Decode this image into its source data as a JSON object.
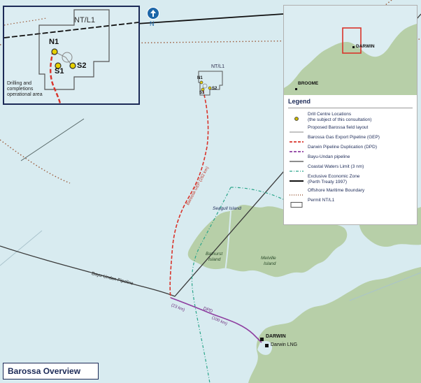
{
  "title": "Barossa Overview",
  "north_label": "N",
  "permit_label": "NT/L1",
  "drill_centres": [
    "N1",
    "S1",
    "S2"
  ],
  "inset": {
    "permit_label": "NT/L1",
    "drill_centres": [
      "N1",
      "S1",
      "S2"
    ],
    "area_label_line1": "Drilling and",
    "area_label_line2": "completions",
    "area_label_line3": "operational area"
  },
  "locator": {
    "cities": [
      "DARWIN",
      "BROOME"
    ]
  },
  "legend": {
    "title": "Legend",
    "items": [
      {
        "line1": "Drill Centre Locations",
        "line2": "(the subject of this consultation)",
        "key": "drill-centre",
        "color": "#c8b400"
      },
      {
        "line1": "Proposed Barossa field layout",
        "line2": "",
        "key": "thin-line",
        "color": "#8a8a8a"
      },
      {
        "line1": "Barossa Gas Export Pipeline (GEP)",
        "line2": "",
        "key": "dash-red",
        "color": "#d9342b"
      },
      {
        "line1": "Darwin Pipeline Duplication (DPD)",
        "line2": "",
        "key": "dash-purple",
        "color": "#8e3fa0"
      },
      {
        "line1": "Bayu-Undan pipeline",
        "line2": "",
        "key": "solid-gray",
        "color": "#4a4a4a"
      },
      {
        "line1": "Coastal Waters Limit (3 nm)",
        "line2": "",
        "key": "dash-teal",
        "color": "#2aa58a"
      },
      {
        "line1": "Exclusive Economic Zone",
        "line2": "(Perth Treaty 1997)",
        "key": "solid-black",
        "color": "#111111"
      },
      {
        "line1": "Offshore Maritime Boundary",
        "line2": "",
        "key": "dot-brown",
        "color": "#9a5a3a"
      },
      {
        "line1": "Permit NT/L1",
        "line2": "",
        "key": "box",
        "color": "#555555"
      }
    ]
  },
  "pipelines": {
    "gep_label": "Barossa GEP",
    "gep_length": "(262 km)",
    "bayu_label": "Bayu-Undan Pipeline",
    "dpd_label": "DPD",
    "dpd_length_a": "(23 km)",
    "dpd_length_b": "(100 km)"
  },
  "places": {
    "seagull": "Seagull Island",
    "bathurst_1": "Bathurst",
    "bathurst_2": "Island",
    "melville_1": "Melville",
    "melville_2": "Island",
    "darwin": "DARWIN",
    "darwin_lng": "Darwin LNG"
  }
}
